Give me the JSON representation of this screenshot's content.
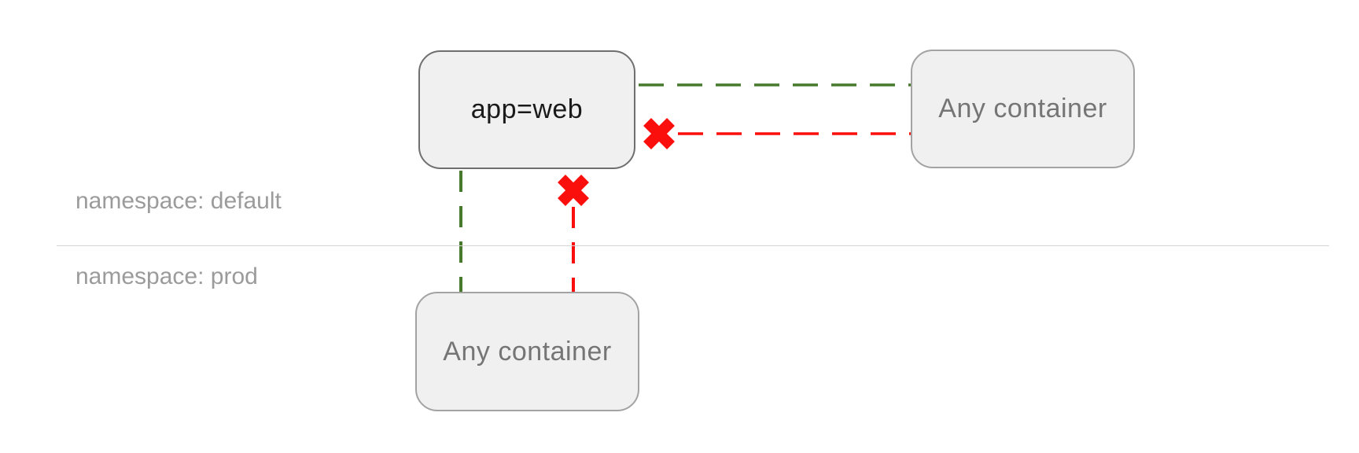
{
  "css_vars": {
    "--color-allowed": "#477a2d",
    "--color-blocked": "#fb0f0c",
    "--node-fill": "#f0f0f0",
    "--node-border-dark": "#6f6f6f",
    "--node-border-light": "#a3a3a3",
    "--node-text-dark": "#1a1a1a",
    "--node-text-gray": "#757575",
    "--ns-label-color": "#9b9b9b",
    "--divider-color": "#d4d4d4"
  },
  "diagram": {
    "nodes": {
      "app_web": {
        "label": "app=web"
      },
      "any_container_default": {
        "label": "Any container"
      },
      "any_container_prod": {
        "label": "Any container"
      }
    },
    "namespaces": {
      "default": {
        "label": "namespace: default"
      },
      "prod": {
        "label": "namespace: prod"
      }
    },
    "edges": [
      {
        "from": "app=web",
        "to": "Any container (namespace: default)",
        "status": "allowed",
        "style": "dashed",
        "color": "#477a2d"
      },
      {
        "from": "Any container (namespace: default)",
        "to": "app=web",
        "status": "blocked",
        "style": "dashed",
        "color": "#fb0f0c",
        "marker": "x"
      },
      {
        "from": "app=web",
        "to": "Any container (namespace: prod)",
        "status": "allowed",
        "style": "dashed",
        "color": "#477a2d"
      },
      {
        "from": "Any container (namespace: prod)",
        "to": "app=web",
        "status": "blocked",
        "style": "dashed",
        "color": "#fb0f0c",
        "marker": "x"
      }
    ]
  }
}
